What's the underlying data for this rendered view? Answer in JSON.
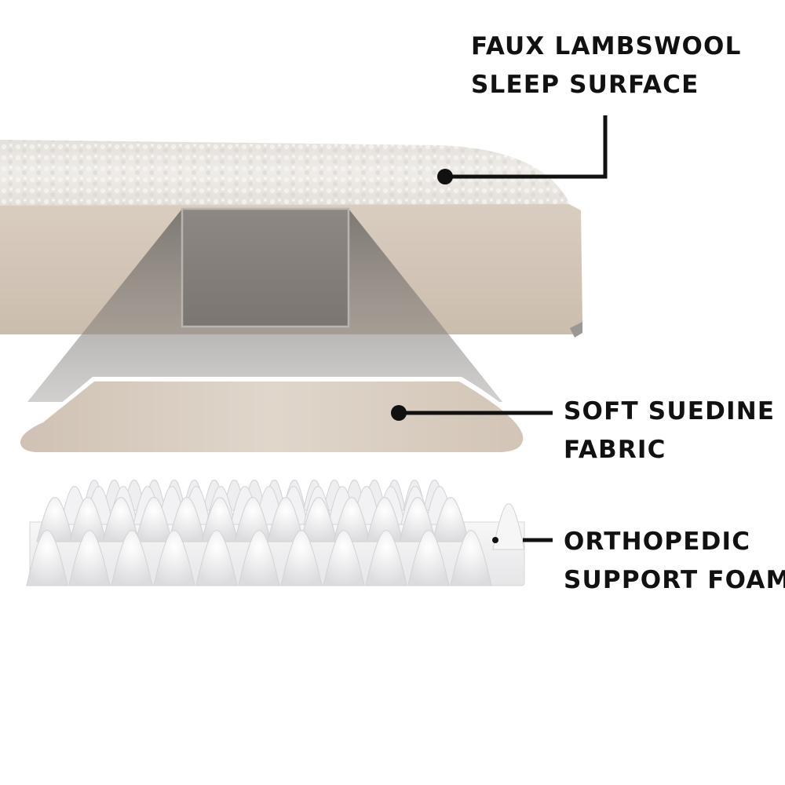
{
  "callouts": [
    {
      "id": "lambswool",
      "lines": [
        "FAUX LAMBSWOOL",
        "SLEEP SURFACE"
      ]
    },
    {
      "id": "suedine",
      "lines": [
        "SOFT SUEDINE",
        "FABRIC"
      ]
    },
    {
      "id": "foam",
      "lines": [
        "ORTHOPEDIC",
        "SUPPORT FOAM"
      ]
    }
  ],
  "colors": {
    "lambswool": "#ece9e4",
    "suedine": "#d8ccbf",
    "foam": "#f4f4f5",
    "callout_line": "#111111"
  }
}
